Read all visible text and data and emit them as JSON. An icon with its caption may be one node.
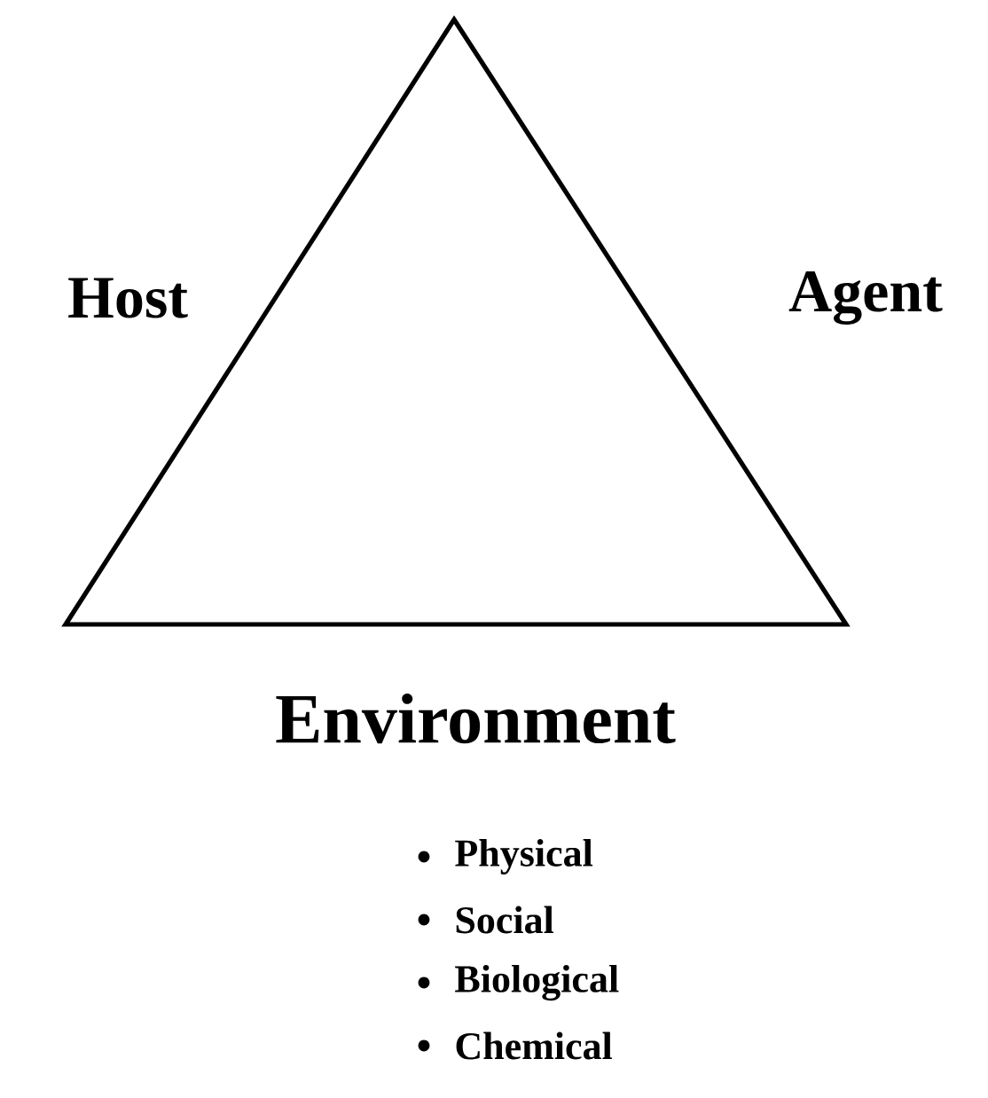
{
  "diagram": {
    "labels": [
      "Host",
      "Agent",
      "Environment",
      "Physical",
      "Social",
      "Biological",
      "Chemical"
    ]
  }
}
